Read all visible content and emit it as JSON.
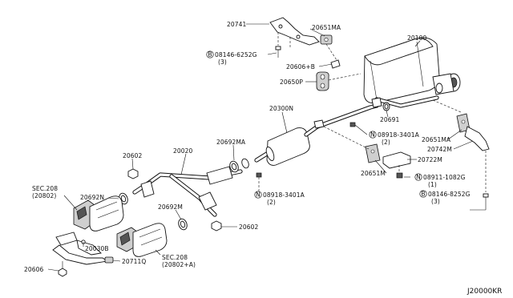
{
  "diagram_code": "J20000KR",
  "labels": {
    "l_20741": "20741",
    "l_20651MA_top": "20651MA",
    "l_20100": "20100",
    "l_bolt_top": "08146-6252G",
    "l_bolt_top_qty": "(3)",
    "l_20606B": "20606+B",
    "l_20650P": "20650P",
    "l_20691": "20691",
    "l_20300N": "20300N",
    "l_nut_center": "08918-3401A",
    "l_nut_center_qty": "(2)",
    "l_20651MA_right": "20651MA",
    "l_20742M": "20742M",
    "l_20722M": "20722M",
    "l_20651M": "20651M",
    "l_nut_right": "08911-1082G",
    "l_nut_right_qty": "(1)",
    "l_bolt_right": "08146-8252G",
    "l_bolt_right_qty": "(3)",
    "l_20692MA": "20692MA",
    "l_20020": "20020",
    "l_20602_top": "20602",
    "l_sec_left": "SEC.208",
    "l_sec_left_sub": "(20802)",
    "l_20692N": "20692N",
    "l_nut_lower": "08918-3401A",
    "l_nut_lower_qty": "(2)",
    "l_20692M": "20692M",
    "l_20602_bot": "20602",
    "l_20030B": "20030B",
    "l_20711Q": "20711Q",
    "l_sec_bot": "SEC.208",
    "l_sec_bot_sub": "(20802+A)",
    "l_20606": "20606"
  },
  "symbols": {
    "bolt_mark": "B",
    "nut_mark": "N"
  }
}
